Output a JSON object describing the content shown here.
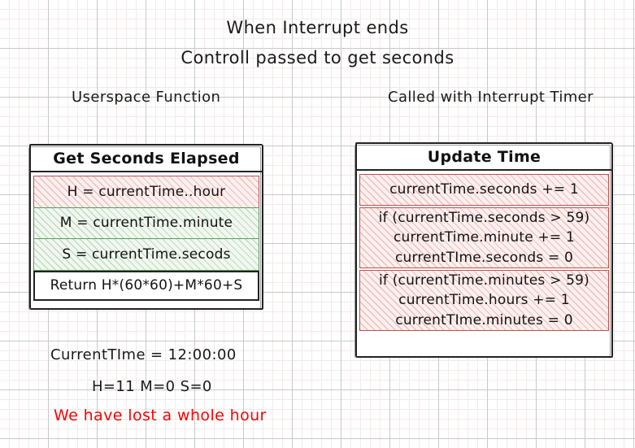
{
  "headings": {
    "line1": "When Interrupt ends",
    "line2": "Controll passed to get seconds"
  },
  "columns": {
    "left_label": "Userspace Function",
    "right_label": "Called with Interrupt Timer"
  },
  "left_box": {
    "title": "Get Seconds Elapsed",
    "rows": [
      {
        "style": "red",
        "lines": [
          "H = currentTime..hour"
        ]
      },
      {
        "style": "green",
        "lines": [
          "M = currentTime.minute"
        ]
      },
      {
        "style": "green",
        "lines": [
          "S = currentTime.secods"
        ]
      },
      {
        "style": "plain",
        "lines": [
          "Return H*(60*60)+M*60+S"
        ]
      }
    ]
  },
  "right_box": {
    "title": "Update Time",
    "rows": [
      {
        "style": "red",
        "lines": [
          "currentTime.seconds += 1"
        ]
      },
      {
        "style": "red",
        "lines": [
          "if (currentTime.seconds > 59)",
          "currentTime.minute += 1",
          "currentTIme.seconds = 0"
        ]
      },
      {
        "style": "red",
        "lines": [
          "if (currentTime.minutes > 59)",
          "currentTime.hours += 1",
          "currentTIme.minutes = 0"
        ]
      }
    ]
  },
  "notes": {
    "currenttime": "CurrentTIme = 12:00:00",
    "hms": "H=11  M=0 S=0",
    "warning": "We have lost a whole hour"
  },
  "colors": {
    "red_border": "#c0504d",
    "green_border": "#5a9e5a",
    "warning_text": "#ff0000",
    "ink": "#1a1a1a",
    "grid_major": "#c9c9c9",
    "grid_minor": "#f4eaea"
  }
}
